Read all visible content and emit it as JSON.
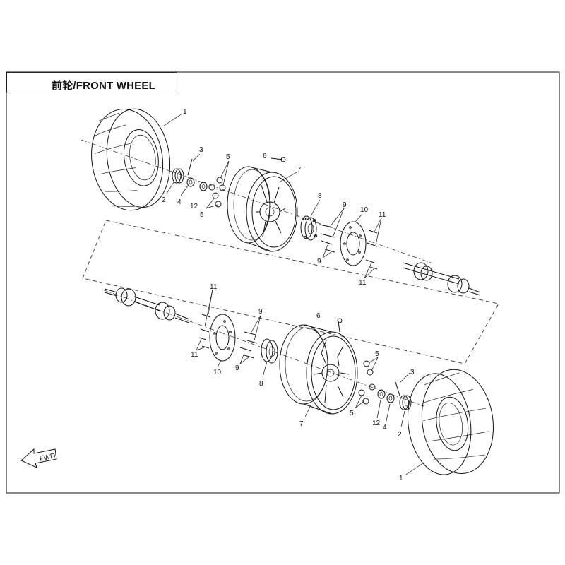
{
  "title": "前轮/FRONT WHEEL",
  "fwd_label": "FWD",
  "callouts": {
    "upper": {
      "tire": "1",
      "seal": "2",
      "pin": "3",
      "nut": "4",
      "nut_a": "5",
      "nut_b": "5",
      "valve": "6",
      "rim": "7",
      "hub": "8",
      "bolt_a": "9",
      "bolt_b": "9",
      "disc": "10",
      "screw_a": "11",
      "screw_b": "11",
      "washer": "12"
    },
    "lower": {
      "tire": "1",
      "seal": "2",
      "pin": "3",
      "nut": "4",
      "nut_a": "5",
      "nut_b": "5",
      "valve": "6",
      "rim": "7",
      "hub": "8",
      "bolt_a": "9",
      "bolt_b": "9",
      "disc": "10",
      "screw_a": "11",
      "screw_b": "11",
      "washer": "12"
    }
  }
}
